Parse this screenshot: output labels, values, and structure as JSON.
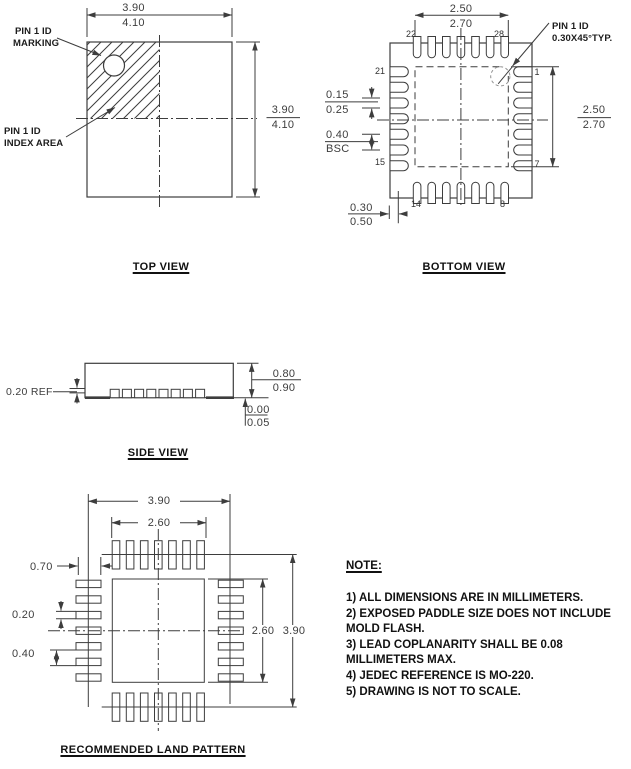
{
  "colors": {
    "line": "#3d3d3d",
    "text": "#1c1c1c",
    "dim_text": "#3d3d3d"
  },
  "views": {
    "top": {
      "title": "TOP VIEW",
      "dim_w": {
        "a": "3.90",
        "b": "4.10"
      },
      "dim_h": {
        "a": "3.90",
        "b": "4.10"
      },
      "marking": {
        "l1": "PIN 1 ID",
        "l2": "MARKING"
      },
      "index": {
        "l1": "PIN 1 ID",
        "l2": "INDEX AREA"
      }
    },
    "bottom": {
      "title": "BOTTOM VIEW",
      "dim_top": {
        "a": "2.50",
        "b": "2.70"
      },
      "dim_right": {
        "a": "2.50",
        "b": "2.70"
      },
      "lead_w": {
        "a": "0.15",
        "b": "0.25"
      },
      "pitch": {
        "a": "0.40",
        "b": "BSC"
      },
      "lead_l": {
        "a": "0.30",
        "b": "0.50"
      },
      "pin1": {
        "l1": "PIN 1 ID",
        "l2": "0.30X45°TYP."
      },
      "pins": {
        "n1": "1",
        "n7": "7",
        "n8": "8",
        "n14": "14",
        "n15": "15",
        "n21": "21",
        "n22": "22",
        "n28": "28"
      }
    },
    "side": {
      "title": "SIDE VIEW",
      "ref": "0.20  REF",
      "height": {
        "a": "0.80",
        "b": "0.90"
      },
      "standoff": {
        "a": "0.00",
        "b": "0.05"
      }
    },
    "land": {
      "title": "RECOMMENDED LAND PATTERN",
      "w_outer": "3.90",
      "w_inner": "2.60",
      "pad_len": "0.70",
      "pad_w": "0.20",
      "pitch": "0.40",
      "h_inner": "2.60",
      "h_outer": "3.90"
    }
  },
  "note": {
    "heading": "NOTE:",
    "items": [
      "1) ALL DIMENSIONS ARE IN MILLIMETERS.",
      "2) EXPOSED PADDLE SIZE DOES NOT INCLUDE MOLD FLASH.",
      "3) LEAD COPLANARITY SHALL BE 0.08 MILLIMETERS MAX.",
      "4) JEDEC REFERENCE IS MO-220.",
      "5) DRAWING IS NOT TO SCALE."
    ]
  }
}
